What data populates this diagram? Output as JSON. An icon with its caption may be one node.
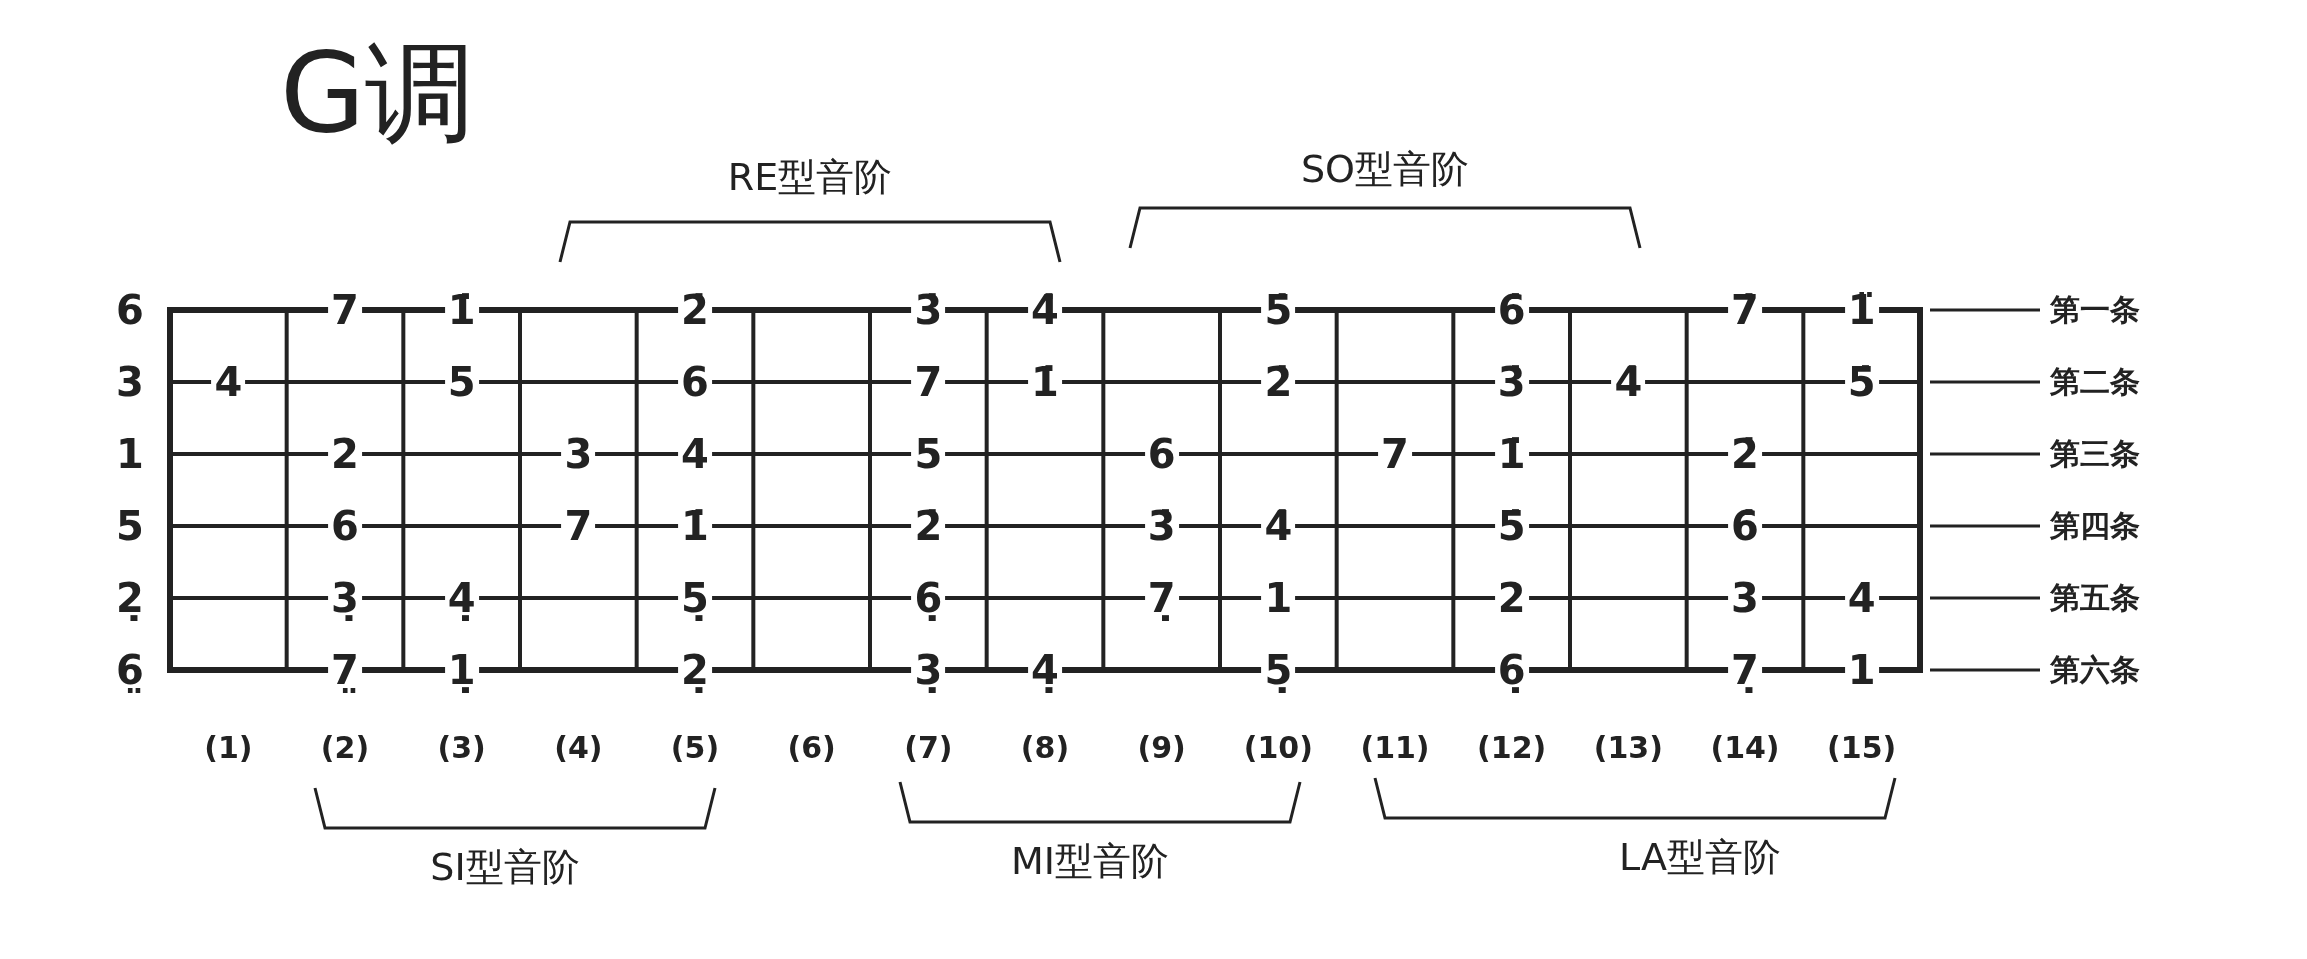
{
  "diagram": {
    "title": "G调",
    "labels": [
      "RE型音阶",
      "SO型音阶",
      "6",
      "7",
      "1̇",
      "2̇",
      "3̇",
      "4̇",
      "5̇",
      "6̇",
      "7̇",
      "1̈",
      "第一条",
      "3",
      "4",
      "5",
      "6",
      "7",
      "1̇",
      "2̇",
      "3̇",
      "4̇",
      "5̇",
      "第二条",
      "1",
      "2",
      "3",
      "4",
      "5",
      "6",
      "7",
      "1̇",
      "2̇",
      "第三条",
      "5",
      "6",
      "7",
      "1̇",
      "2̇",
      "3̇",
      "4̇",
      "5̇",
      "6̇",
      "第四条",
      "2̣",
      "3̣",
      "4̣",
      "5̣",
      "6̣",
      "7̣",
      "1",
      "2",
      "3",
      "4",
      "第五条",
      "6̤",
      "7̤",
      "1̣",
      "2̣",
      "3̣",
      "4̣",
      "5̣",
      "6̣",
      "7̣",
      "1",
      "第六条",
      "(1)",
      "(2)",
      "(3)",
      "(4)",
      "(5)",
      "(6)",
      "(7)",
      "(8)",
      "(9)",
      "(10)",
      "(11)",
      "(12)",
      "(13)",
      "(14)",
      "(15)",
      "SI型音阶",
      "MI型音阶",
      "LA型音阶"
    ]
  }
}
